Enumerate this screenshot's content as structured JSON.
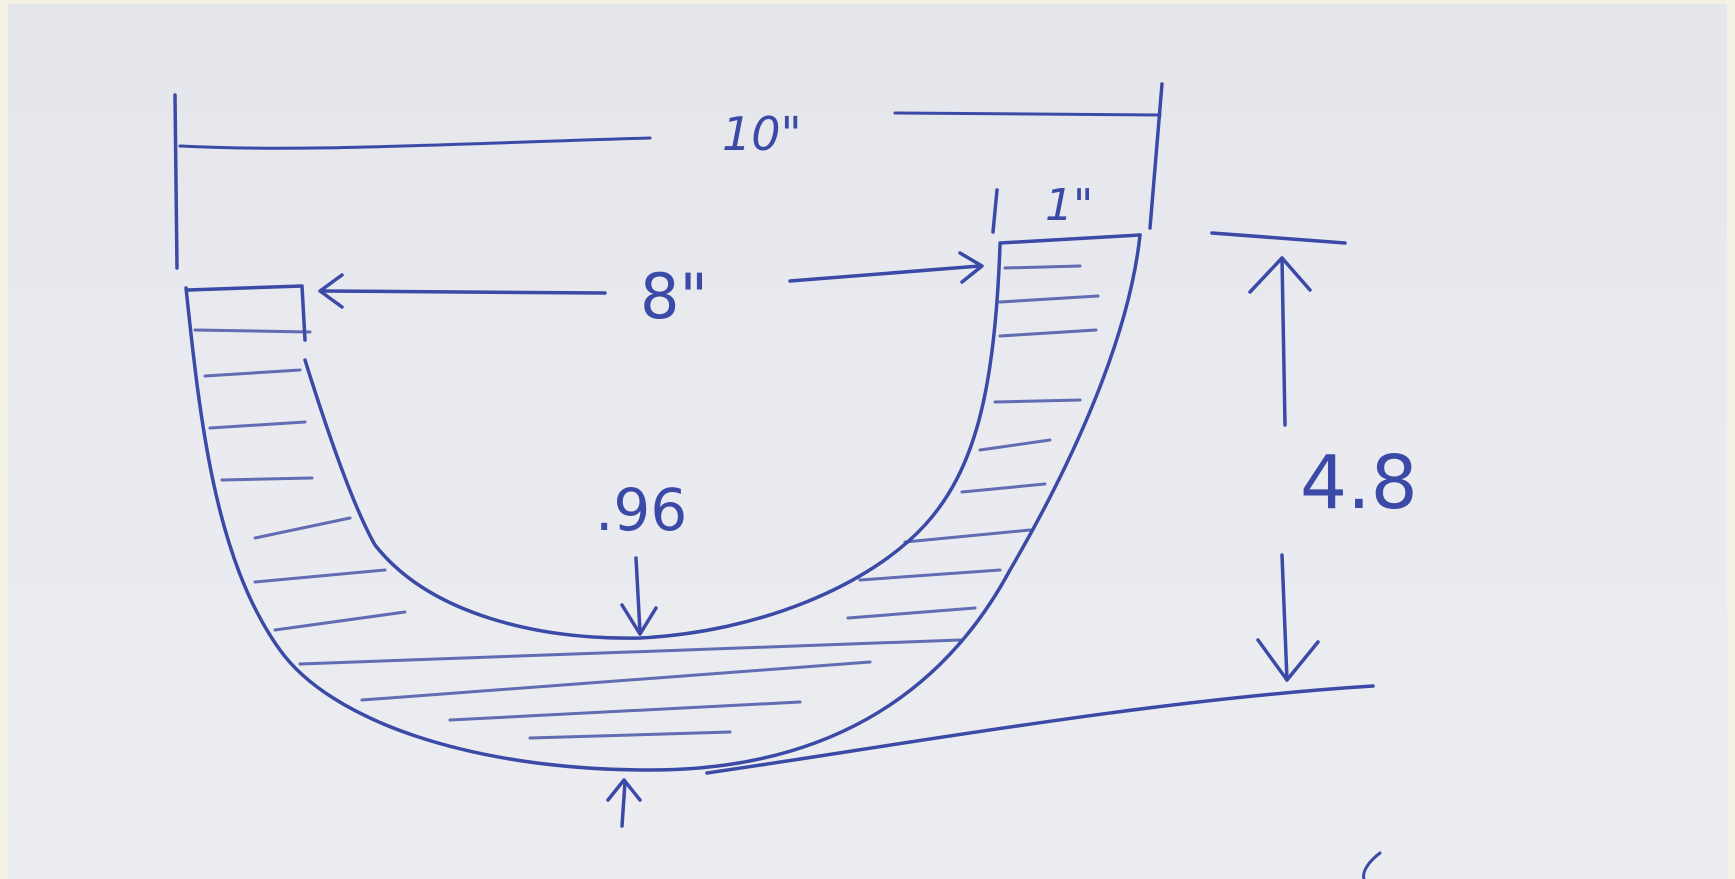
{
  "dimensions": {
    "overall_width": "10\"",
    "rim_width": "1\"",
    "inner_width": "8\"",
    "height": "4.8",
    "bottom_thickness": ".96"
  },
  "colors": {
    "ink": "#3b4aa6",
    "paper": "#e7e8ed",
    "border": "#f3f1e4"
  }
}
